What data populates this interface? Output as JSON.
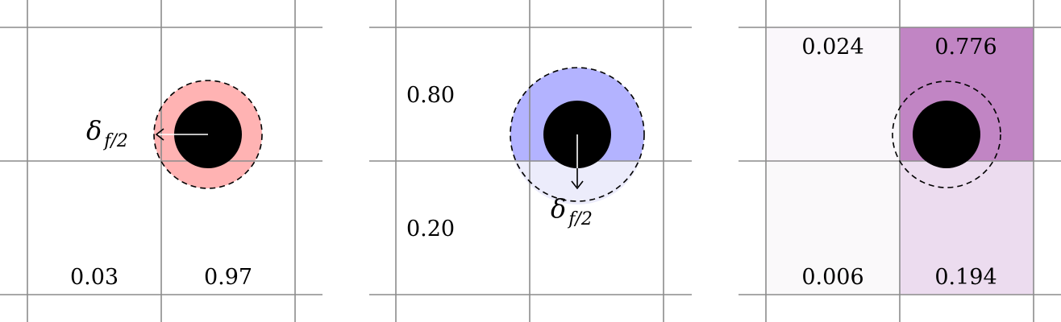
{
  "panels": [
    {
      "id": "horizontal",
      "values": [
        "0.03",
        "0.97"
      ],
      "halo_color": "#ffb3b3",
      "arrow_direction": "left",
      "delta_symbol": "δ",
      "delta_subscript": "f/2"
    },
    {
      "id": "vertical",
      "values": [
        "0.80",
        "0.20"
      ],
      "halo_color": "#b3b3ff",
      "halo_lower_color": "#ececfb",
      "arrow_direction": "down",
      "delta_symbol": "δ",
      "delta_subscript": "f/2"
    },
    {
      "id": "combined",
      "values": [
        "0.024",
        "0.776",
        "0.006",
        "0.194"
      ],
      "cell_colors": [
        "#faf7fb",
        "#c185c4",
        "#faf9fa",
        "#ecdcef"
      ]
    }
  ],
  "colors": {
    "grid": "#8c8c8c",
    "particle": "#000000",
    "dashed_circle": "#000000"
  }
}
